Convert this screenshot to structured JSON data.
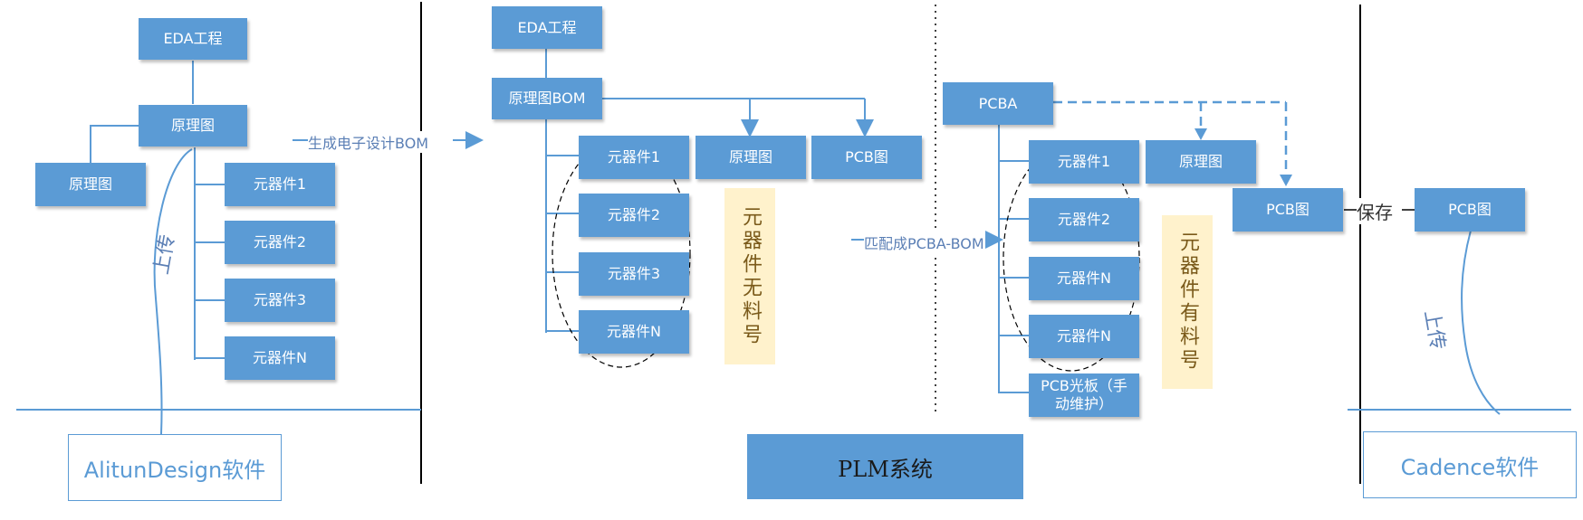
{
  "left": {
    "eda": "EDA工程",
    "schematic": "原理图",
    "schematic_sub": "原理图",
    "components": [
      "元器件1",
      "元器件2",
      "元器件3",
      "元器件N"
    ],
    "upload": "上传",
    "software": "AlitunDesign软件"
  },
  "arrow1": "生成电子设计BOM",
  "middle": {
    "eda": "EDA工程",
    "bom": "原理图BOM",
    "components": [
      "元器件1",
      "元器件2",
      "元器件3",
      "元器件N"
    ],
    "schematic": "原理图",
    "pcb": "PCB图",
    "note": "元器件无料号"
  },
  "arrow2": "匹配成PCBA-BOM",
  "right": {
    "pcba": "PCBA",
    "components": [
      "元器件1",
      "元器件2",
      "元器件N",
      "元器件N"
    ],
    "bare_board": "PCB光板（手动维护）",
    "schematic": "原理图",
    "pcb": "PCB图",
    "note": "元器件有料号"
  },
  "save": "保存",
  "cadence": {
    "pcb": "PCB图",
    "upload": "上传",
    "software": "Cadence软件"
  },
  "plm": "PLM系统",
  "colors": {
    "box": "#5b9bd5",
    "note": "#fff2cc",
    "line": "#5b9bd5",
    "text": "#5b7fb5"
  }
}
